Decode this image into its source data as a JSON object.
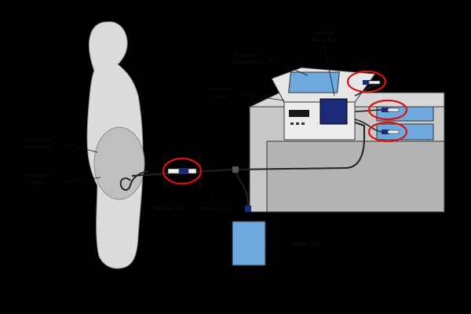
{
  "labels": {
    "peritoneal_membrane": [
      "Peritoneal",
      "Membrane"
    ],
    "peritoneal_cavity": [
      "Peritoneal",
      "Cavity"
    ],
    "transfer_set": "Transfer Set",
    "patient_line": "Patient Line",
    "drain_bag": "Waste Bag",
    "cycler": [
      "Dialysate",
      "Cycler"
    ],
    "solution_bag": [
      "Dialysate",
      "Solution Bag"
    ],
    "heater_bag": [
      "Dialysate",
      "Heater Bag"
    ]
  },
  "colors": {
    "background": "#000000",
    "body": "#dcdcdc",
    "cavity": "#bfbfbf",
    "machine": "#c8c8c8",
    "bag_blue": "#6fa8dc",
    "connector_navy": "#1c2a7a",
    "highlight_red": "#dd1111"
  }
}
